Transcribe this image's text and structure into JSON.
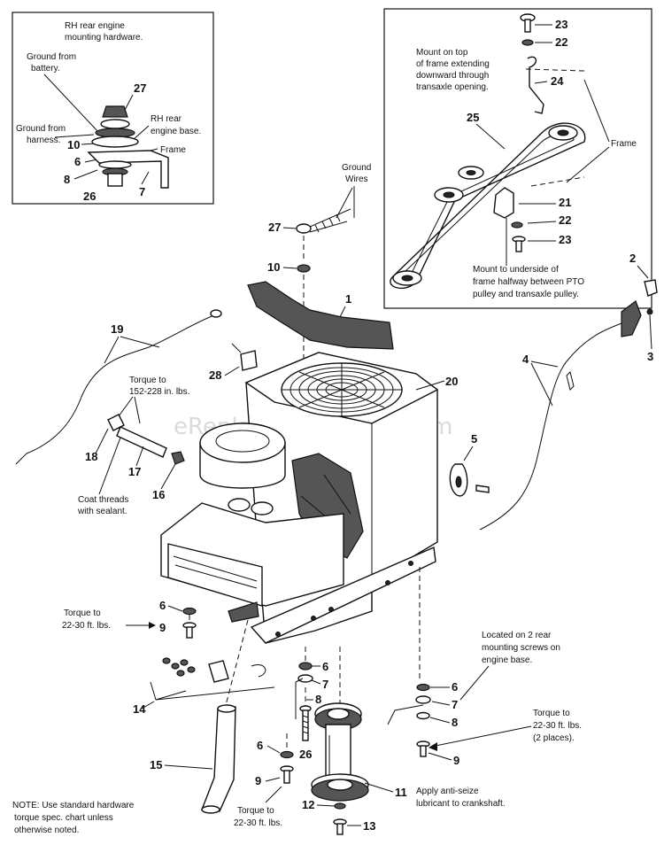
{
  "watermark": "eReplacementParts.com",
  "inset_left": {
    "title_line1": "RH rear engine",
    "title_line2": "mounting hardware.",
    "ground_battery_1": "Ground from",
    "ground_battery_2": "battery.",
    "ground_harness_1": "Ground from",
    "ground_harness_2": "harness.",
    "engine_base_1": "RH rear",
    "engine_base_2": "engine base.",
    "frame": "Frame",
    "callouts": [
      "27",
      "10",
      "6",
      "8",
      "26",
      "7"
    ]
  },
  "inset_right": {
    "mount_top_1": "Mount on top",
    "mount_top_2": "of frame extending",
    "mount_top_3": "downward through",
    "mount_top_4": "transaxle opening.",
    "frame": "Frame",
    "mount_under_1": "Mount to underside of",
    "mount_under_2": "frame halfway between PTO",
    "mount_under_3": "pulley and transaxle pulley.",
    "callouts": [
      "23",
      "22",
      "24",
      "25",
      "21",
      "22",
      "23"
    ]
  },
  "labels": {
    "ground_wires_1": "Ground",
    "ground_wires_2": "Wires",
    "torque_152_1": "Torque to",
    "torque_152_2": "152-228 in. lbs.",
    "coat_1": "Coat threads",
    "coat_2": "with sealant.",
    "torque_left_1": "Torque to",
    "torque_left_2": "22-30 ft. lbs.",
    "located_1": "Located on 2 rear",
    "located_2": "mounting screws on",
    "located_3": "engine base.",
    "torque_right_1": "Torque to",
    "torque_right_2": "22-30 ft. lbs.",
    "torque_right_3": "(2 places).",
    "anti_seize_1": "Apply anti-seize",
    "anti_seize_2": "lubricant to crankshaft.",
    "torque_bottom_1": "Torque to",
    "torque_bottom_2": "22-30 ft. lbs.",
    "note_1": "NOTE: Use standard hardware",
    "note_2": "torque spec. chart unless",
    "note_3": "otherwise noted."
  },
  "callouts": {
    "c1": "1",
    "c2": "2",
    "c3": "3",
    "c4": "4",
    "c5": "5",
    "c6a": "6",
    "c6b": "6",
    "c6c": "6",
    "c6d": "6",
    "c7a": "7",
    "c7b": "7",
    "c8a": "8",
    "c8b": "8",
    "c9a": "9",
    "c9b": "9",
    "c9c": "9",
    "c10": "10",
    "c11": "11",
    "c12": "12",
    "c13": "13",
    "c14": "14",
    "c15": "15",
    "c16": "16",
    "c17": "17",
    "c18": "18",
    "c19": "19",
    "c20": "20",
    "c26": "26",
    "c27": "27",
    "c28": "28"
  }
}
